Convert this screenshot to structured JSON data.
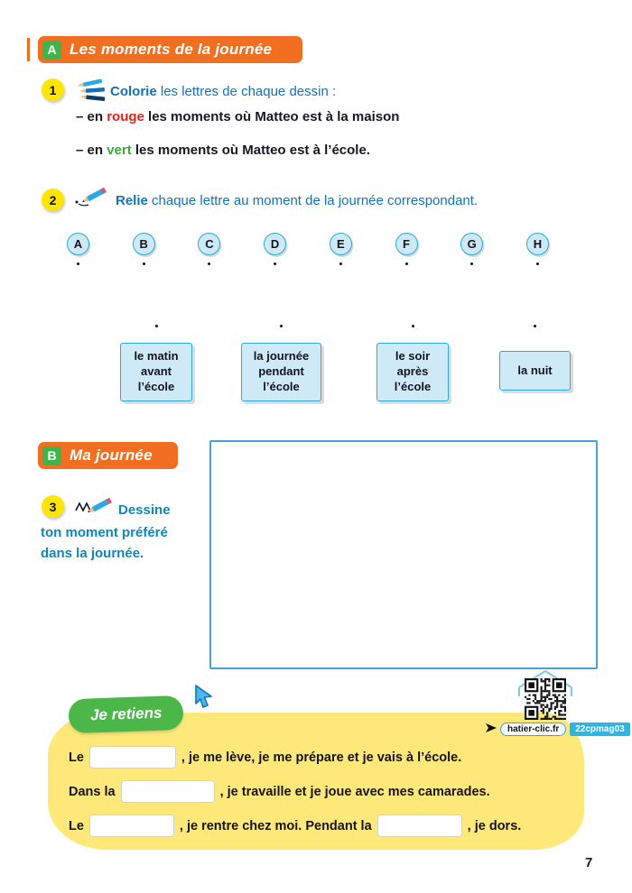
{
  "page_number": "7",
  "colors": {
    "accent_orange": "#f26f21",
    "badge_green": "#3db54a",
    "instruction_blue": "#1371b8",
    "teal_blue": "#0d87ba",
    "word_red": "#e2231a",
    "word_green": "#3aaa35",
    "number_yellow": "#ffe600",
    "light_blue_fill": "#cfeaf7",
    "light_blue_border": "#2aa9e0",
    "code_cyan": "#29b8e5",
    "retain_green": "#4bb749",
    "blob_yellow": "#ffe87a"
  },
  "icons": {
    "exercise1": "crayons-icon",
    "exercise2": "pencil-icon",
    "exercise3": "pencil-scribble-icon",
    "retain_pointer": "hand-cursor-icon",
    "hatier_arrow": "cursor-arrow-icon",
    "qr": "qr-code",
    "house": "house-outline-icon"
  },
  "section_a": {
    "badge": "A",
    "title": "Les moments de la journée"
  },
  "exercise1": {
    "number": "1",
    "verb": "Colorie",
    "rest": " les lettres de chaque dessin :",
    "items": [
      {
        "prefix": "– en ",
        "word": "rouge",
        "suffix": " les moments où Matteo est à la maison"
      },
      {
        "prefix": "– en ",
        "word": "vert",
        "suffix": " les moments où Matteo est à l’école."
      }
    ]
  },
  "exercise2": {
    "number": "2",
    "verb": "Relie",
    "rest": " chaque lettre au moment de la journée correspondant.",
    "letters": [
      "A",
      "B",
      "C",
      "D",
      "E",
      "F",
      "G",
      "H"
    ],
    "moments": [
      "le matin\navant\nl’école",
      "la journée\npendant\nl’école",
      "le soir\naprès\nl’école",
      "la nuit"
    ]
  },
  "section_b": {
    "badge": "B",
    "title": "Ma journée"
  },
  "exercise3": {
    "number": "3",
    "verb": "Dessine",
    "rest": "ton moment préféré\ndans la journée."
  },
  "hatier": {
    "site": "hatier-clic.fr",
    "code": "22cpmag03"
  },
  "retien": {
    "label": "Je retiens",
    "line1_before": "Le",
    "line1_after": ", je me lève, je me prépare et je vais à l’école.",
    "line2_before": "Dans la",
    "line2_after": ", je travaille et je joue avec mes camarades.",
    "line3_before": "Le",
    "line3_middle": ", je rentre chez moi. Pendant la",
    "line3_after": ", je dors."
  }
}
